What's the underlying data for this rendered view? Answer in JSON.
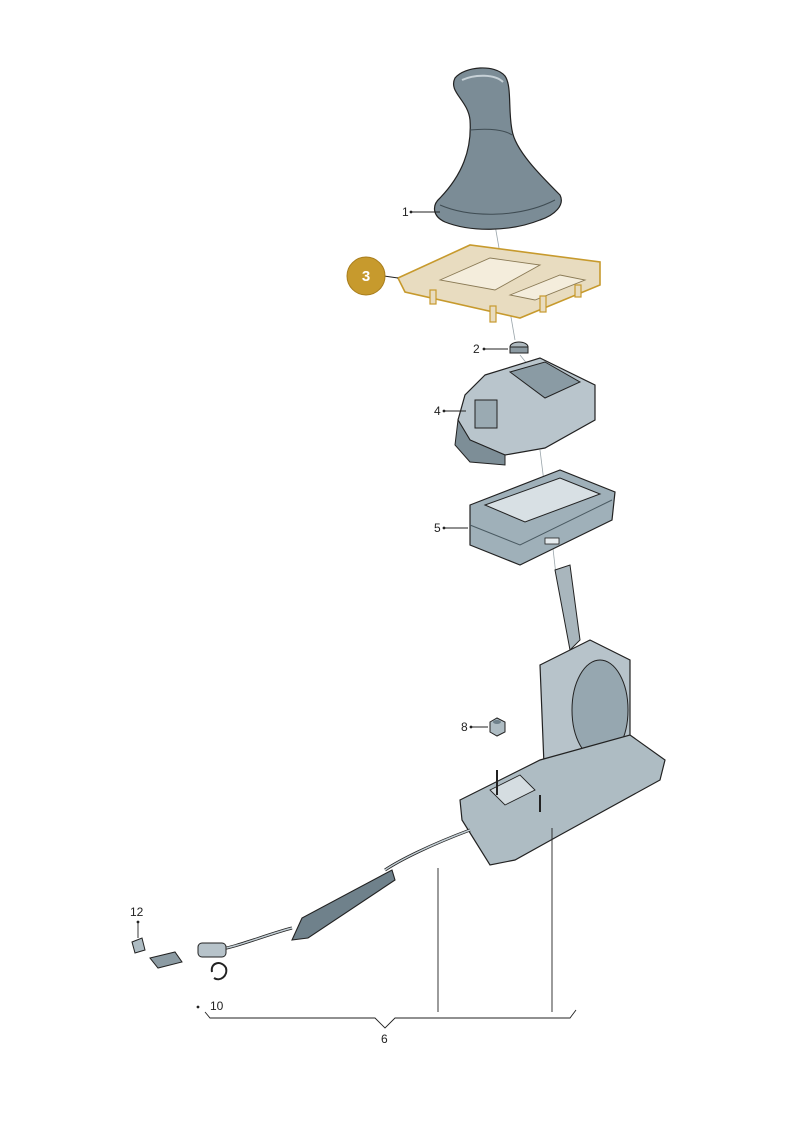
{
  "parts": [
    {
      "key": "p1",
      "number": "1",
      "name": "gear-knob-boot"
    },
    {
      "key": "p2",
      "number": "2",
      "name": "clip"
    },
    {
      "key": "p3",
      "number": "3",
      "name": "shift-gate-trim-panel",
      "highlighted": true
    },
    {
      "key": "p4",
      "number": "4",
      "name": "selector-lever-housing"
    },
    {
      "key": "p5",
      "number": "5",
      "name": "insert-tray"
    },
    {
      "key": "p6",
      "number": "6",
      "name": "selector-mechanism-with-cable"
    },
    {
      "key": "p8",
      "number": "8",
      "name": "nut"
    },
    {
      "key": "p10",
      "number": "10",
      "name": "circlip"
    },
    {
      "key": "p12",
      "number": "12",
      "name": "clip-nut"
    }
  ],
  "colors": {
    "highlight": "#c79a2d",
    "panel_fill": "#e8dcc0",
    "part_dark": "#6c7d86",
    "part_light": "#c9d4da",
    "line": "#222222"
  }
}
